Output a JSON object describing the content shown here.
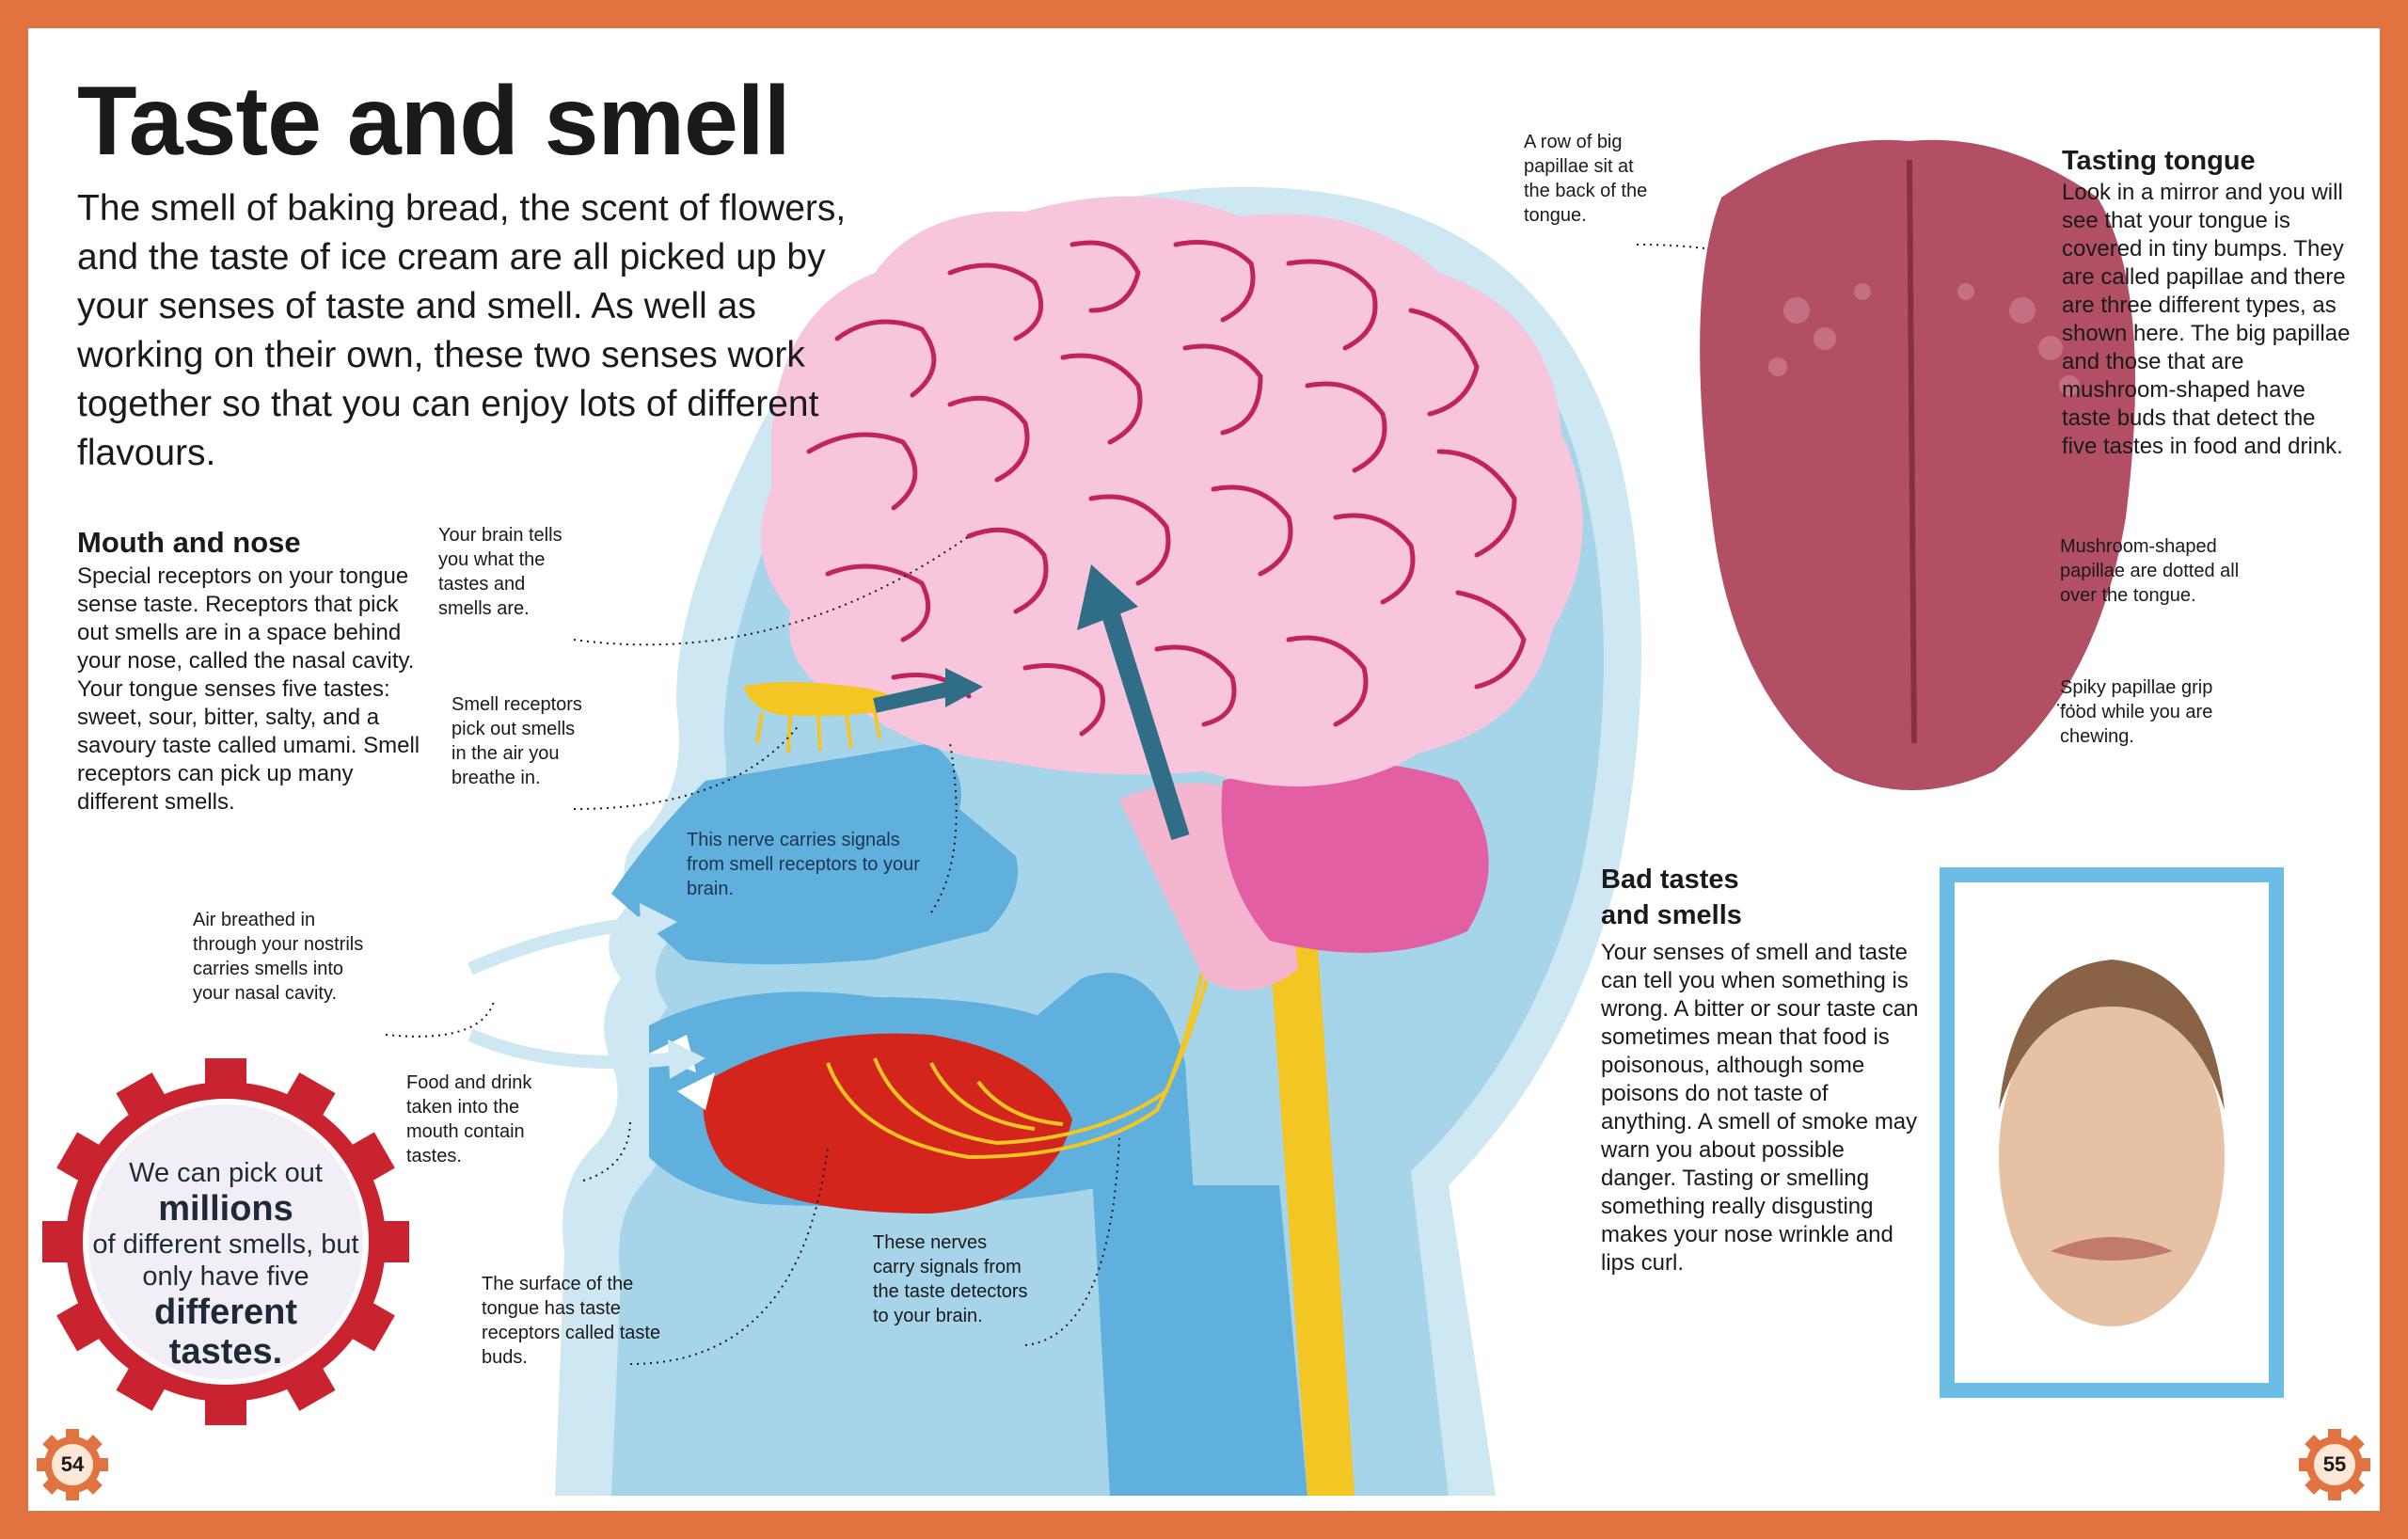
{
  "title": "Taste and smell",
  "intro": "The smell of baking bread, the scent of flowers, and the taste of ice cream are all picked up by your senses of taste and smell. As well as working on their own, these two senses work together so that you can enjoy lots of different flavours.",
  "mouth_nose": {
    "heading": "Mouth and nose",
    "body": "Special receptors on your tongue sense taste. Receptors that pick out smells are in a space behind your nose, called the nasal cavity. Your tongue senses five tastes: sweet, sour, bitter, salty, and a savoury taste called umami. Smell receptors can pick up many different smells."
  },
  "labels": {
    "brain": "Your brain tells you what the tastes and smells are.",
    "smell_receptors": "Smell receptors pick out smells in the air you breathe in.",
    "nerve": "This nerve carries signals from smell receptors to your brain.",
    "air": "Air breathed in through your nostrils carries smells into your nasal cavity.",
    "food": "Food and drink taken into the mouth contain tastes.",
    "taste_buds": "The surface of the tongue has taste receptors called taste buds.",
    "nerves": "These nerves carry signals from the taste detectors to your brain.",
    "big_papillae": "A row of big papillae sit at the back of the tongue.",
    "mushroom": "Mushroom-shaped papillae are dotted all over the tongue.",
    "spiky": "Spiky papillae grip food while you are chewing."
  },
  "gear": {
    "line1": "We can pick out",
    "line2": "millions",
    "line3": "of different smells, but only have five",
    "line4": "different",
    "line5": "tastes."
  },
  "tasting_tongue": {
    "heading": "Tasting tongue",
    "body": "Look in a mirror and you will see that your tongue is covered in tiny bumps. They are called papillae and there are three different types, as shown here. The big papillae and those that are mushroom-shaped have taste buds that detect the five tastes in food and drink."
  },
  "bad_tastes": {
    "heading": "Bad tastes and smells",
    "body": "Your senses of smell and taste can tell you when something is wrong. A bitter or sour taste can sometimes mean that food is poisonous, although some poisons do not taste of anything. A smell of smoke may warn you about possible danger. Tasting or smelling something really disgusting makes your nose wrinkle and lips curl."
  },
  "page_numbers": {
    "left": "54",
    "right": "55"
  },
  "colors": {
    "background_border": "#e0733f",
    "head_light": "#bfe1ed",
    "head_blue": "#5fb0dc",
    "brain_pink": "#f7c6dc",
    "brain_lines": "#c0245a",
    "tongue_red": "#d4251c",
    "nerve_yellow": "#f3c623",
    "arrow_blue": "#2f6e86",
    "photo_frame": "#6bbde5",
    "gear_red": "#c8232f"
  }
}
